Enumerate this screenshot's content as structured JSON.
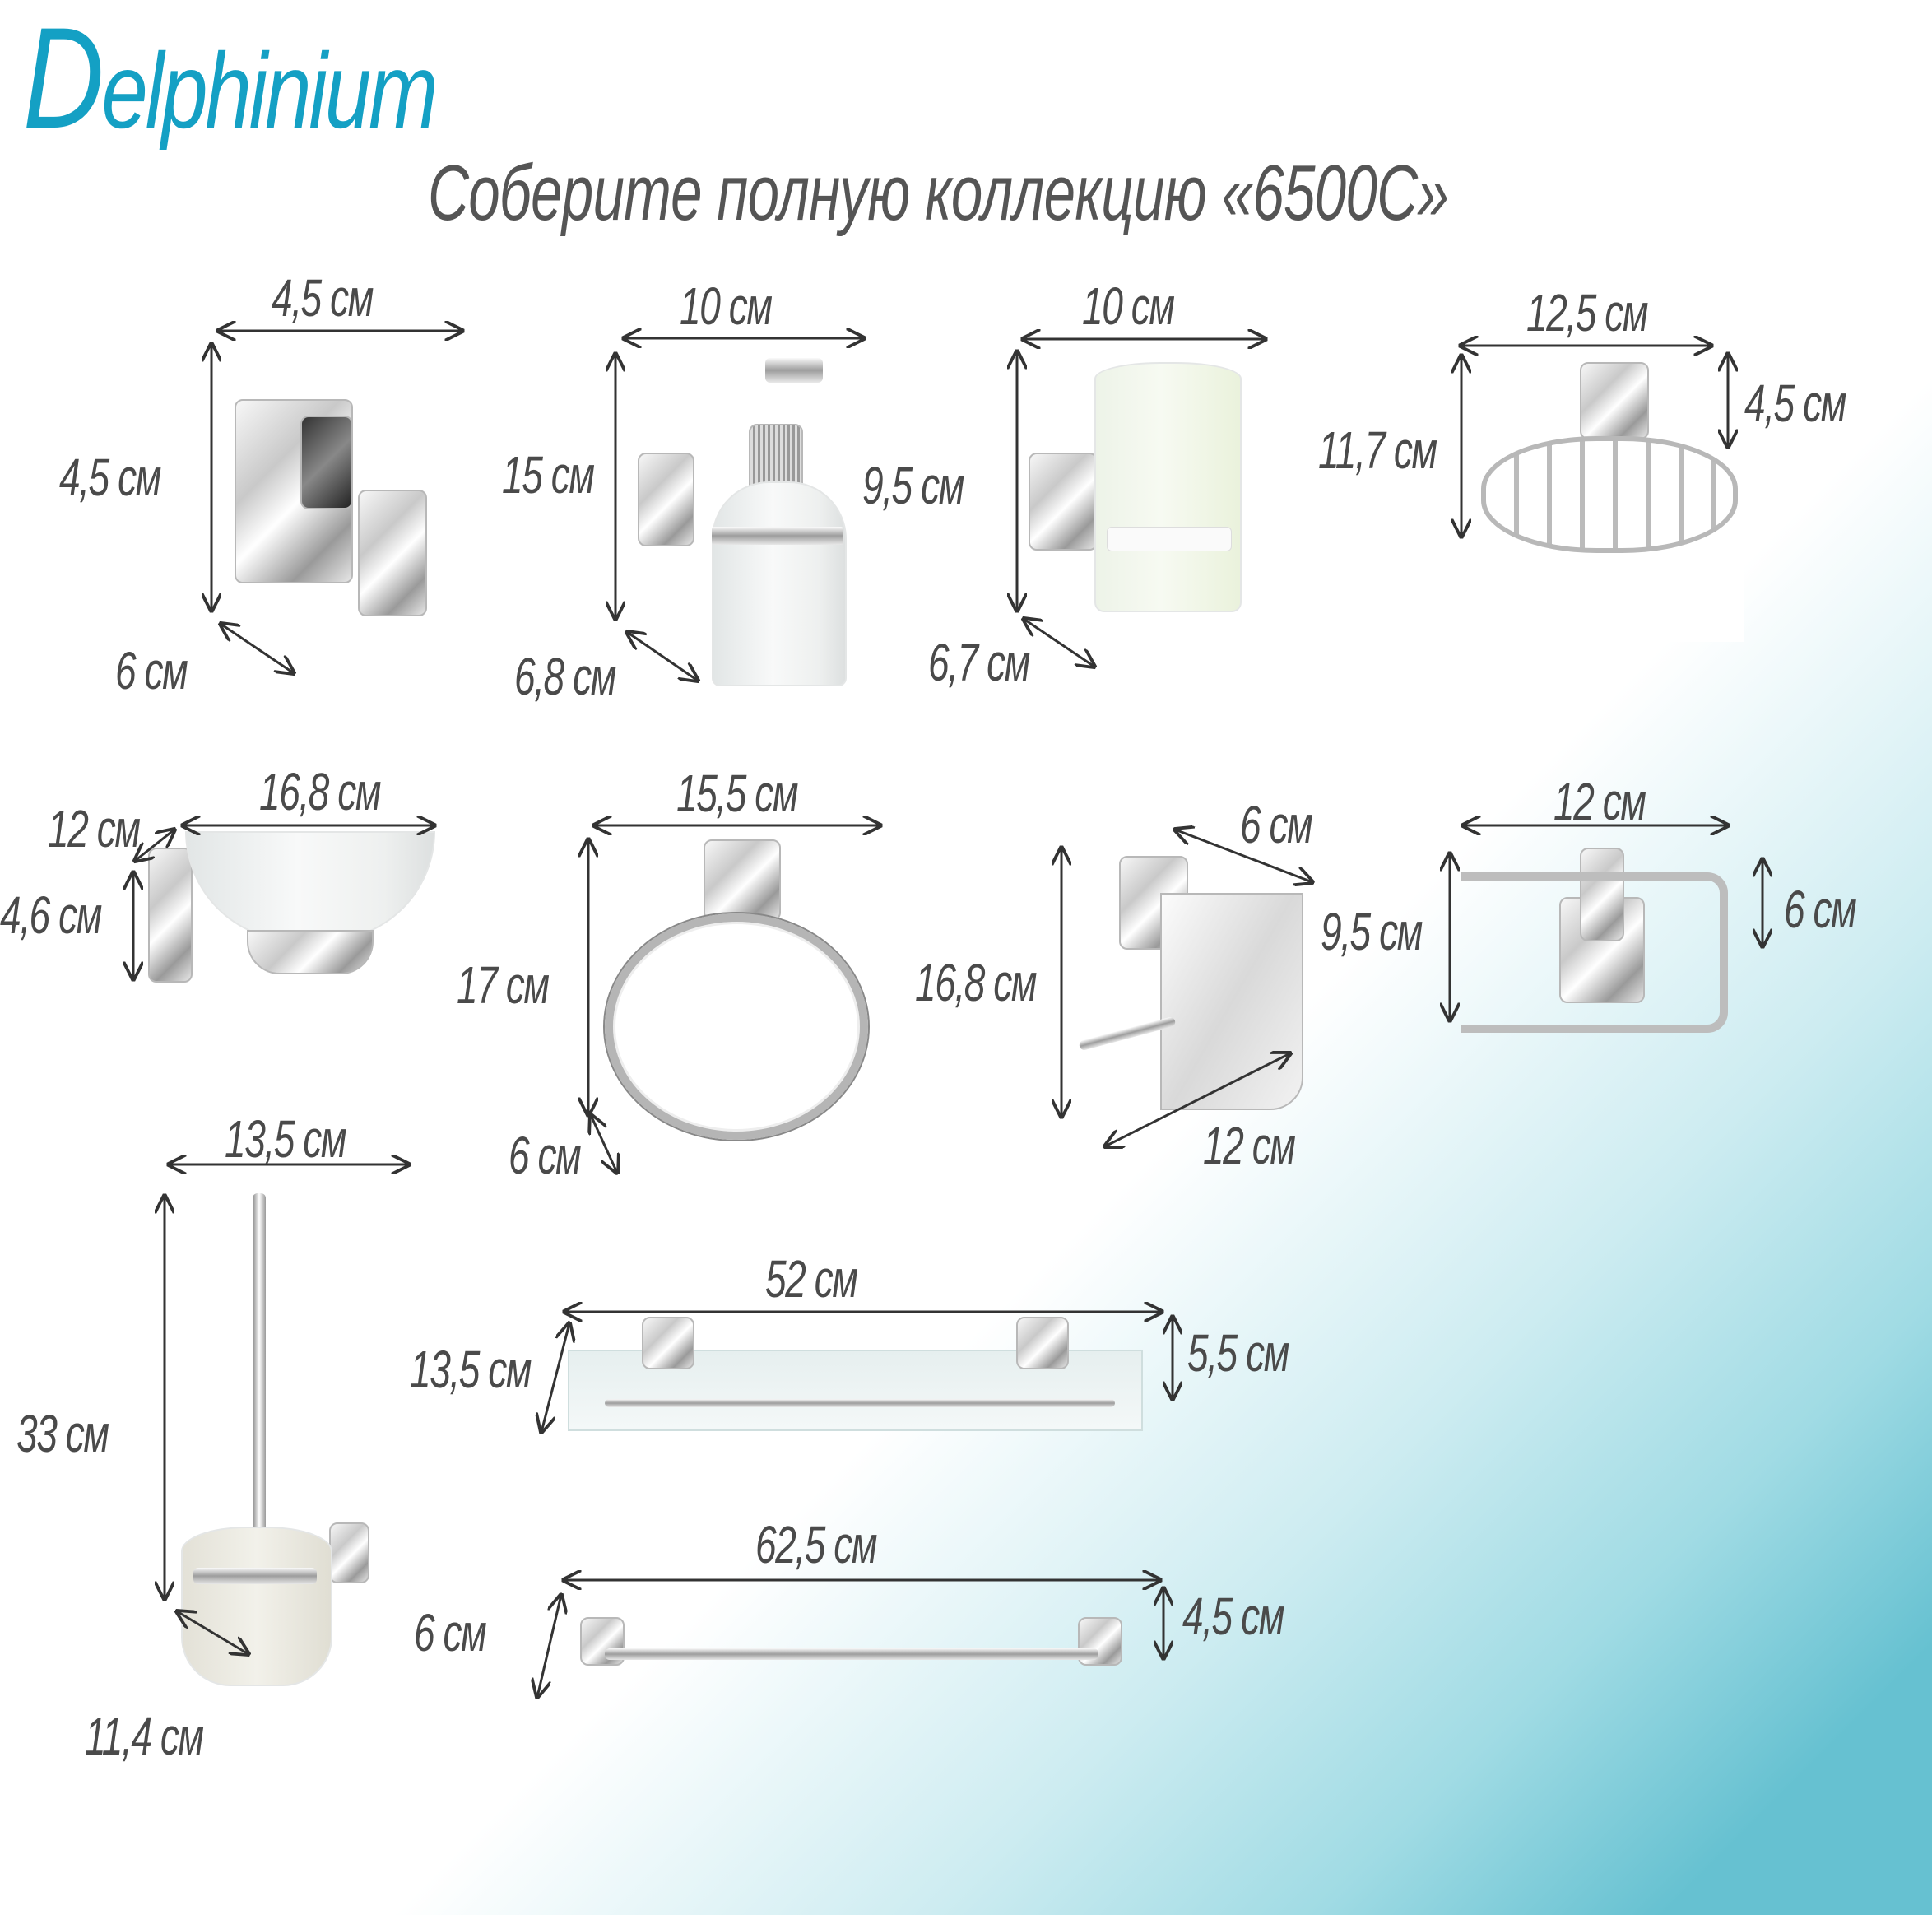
{
  "brand": {
    "logo_initial": "D",
    "logo_rest": "elphinium",
    "color": "#14a0c4"
  },
  "headline": "Соберите полную коллекцию «6500С»",
  "colors": {
    "text": "#4a4a4a",
    "headline": "#555555",
    "gradient_accent": "#66c1d1"
  },
  "products": [
    {
      "name": "hook",
      "dims": {
        "width": "4,5 см",
        "height": "4,5 см",
        "depth": "6 см"
      }
    },
    {
      "name": "soap-dispenser",
      "dims": {
        "width": "10 см",
        "height": "15 см",
        "depth": "6,8 см"
      }
    },
    {
      "name": "tumbler-holder",
      "dims": {
        "width": "10 см",
        "height": "9,5 см",
        "depth": "6,7 см"
      }
    },
    {
      "name": "soap-basket",
      "dims": {
        "width": "12,5 см",
        "height": "11,7 см",
        "depth": "4,5 см"
      }
    },
    {
      "name": "soap-dish",
      "dims": {
        "width": "16,8 см",
        "depth": "12 см",
        "height": "4,6 см"
      }
    },
    {
      "name": "towel-ring",
      "dims": {
        "width": "15,5 см",
        "height": "17 см",
        "depth": "6 см"
      }
    },
    {
      "name": "toilet-paper-holder-covered",
      "dims": {
        "depth": "6 см",
        "height": "16,8 см",
        "width": "12 см"
      }
    },
    {
      "name": "toilet-paper-holder",
      "dims": {
        "width": "12 см",
        "height": "9,5 см",
        "depth": "6 см"
      }
    },
    {
      "name": "toilet-brush",
      "dims": {
        "width": "13,5 см",
        "height": "33 см",
        "depth": "11,4 см"
      }
    },
    {
      "name": "glass-shelf",
      "dims": {
        "width": "52 см",
        "depth": "13,5 см",
        "height": "5,5 см"
      }
    },
    {
      "name": "towel-bar",
      "dims": {
        "width": "62,5 см",
        "depth": "6 см",
        "height": "4,5 см"
      }
    }
  ]
}
